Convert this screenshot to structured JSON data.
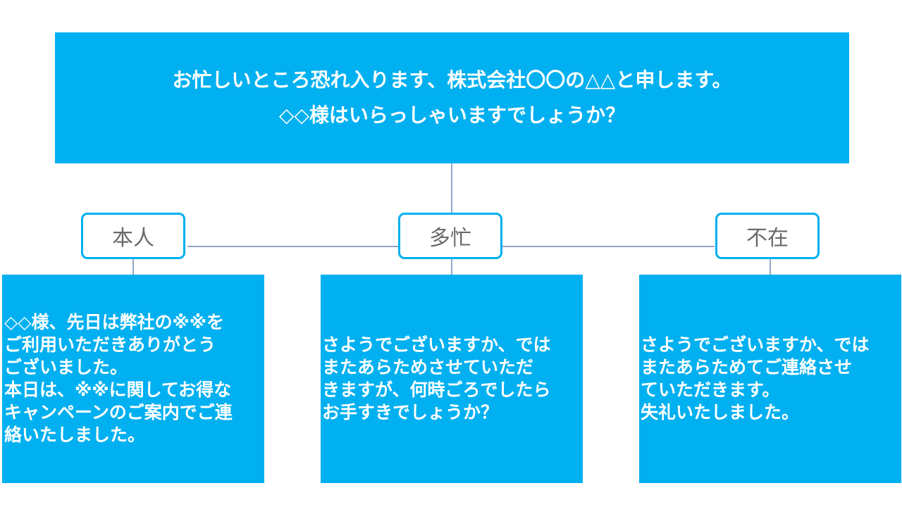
{
  "top": {
    "line1": "お忙しいところ恐れ入ります、株式会社〇〇の△△と申します。",
    "line2": "◇◇様はいらっしゃいますでしょうか？"
  },
  "branches": [
    {
      "label": "本人",
      "lines": [
        "◇◇様、先日は弊社の※※を",
        "ご利用いただきありがとう",
        "ございました。",
        "本日は、※※に関してお得な",
        "キャンペーンのご案内でご連",
        "絡いたしました。"
      ]
    },
    {
      "label": "多忙",
      "lines": [
        "さようでございますか、では",
        "またあらためさせていただ",
        "きますが、何時ごろでしたら",
        "お手すきでしょうか？"
      ]
    },
    {
      "label": "不在",
      "lines": [
        "さようでございますか、では",
        "またあらためてご連絡させ",
        "ていただきます。",
        "失礼いたしました。"
      ]
    }
  ],
  "colors": {
    "box_fill": "#00b0f0",
    "label_text": "#6a6a6a",
    "connector": "#4a6fa5"
  }
}
